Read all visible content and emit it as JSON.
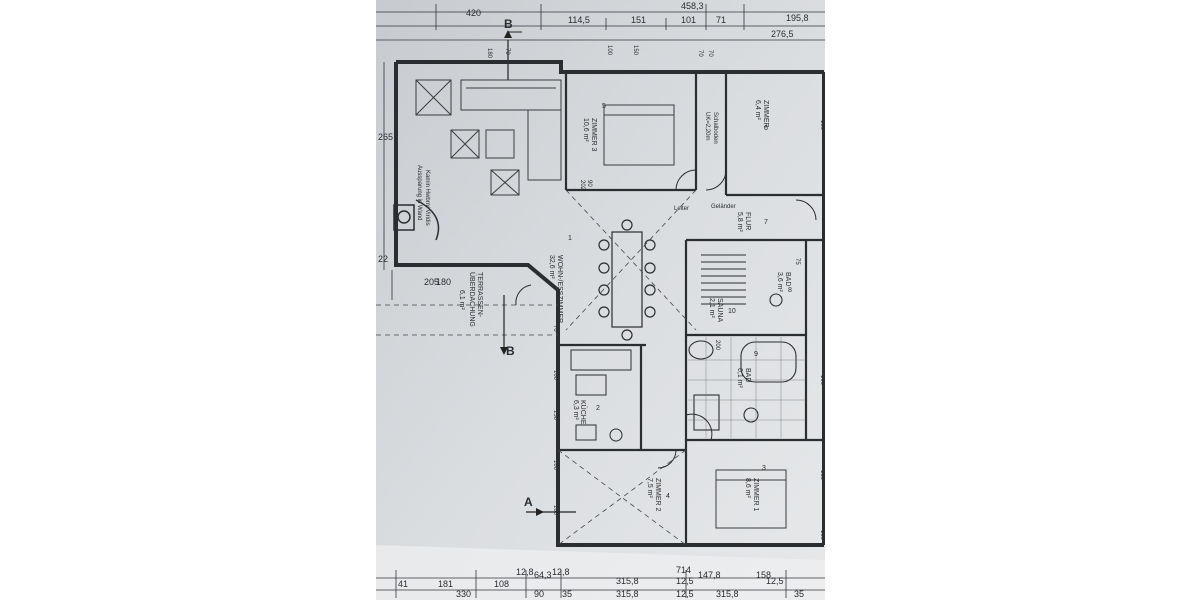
{
  "top_dimensions": {
    "row1": [
      "420",
      "458,3",
      "195,8"
    ],
    "row2": [
      "114,5",
      "151",
      "101",
      "71",
      "276,5"
    ]
  },
  "bottom_dimensions": {
    "row1": [
      "41",
      "181",
      "108",
      "12,8",
      "64,3",
      "12,8",
      "714",
      "147,8",
      "158"
    ],
    "row2": [
      "12,5",
      "315,8",
      "12,5"
    ],
    "row3": [
      "330",
      "90",
      "35",
      "315,8",
      "12,5",
      "315,8",
      "35"
    ]
  },
  "section_markers": {
    "b_top": "B",
    "b_bottom": "B",
    "a_bottom": "A"
  },
  "left_dimensions": [
    "265",
    "180",
    "205",
    "22"
  ],
  "rooms": [
    {
      "name": "WOHN-/ESSZIMMER",
      "area": "32,6 m²",
      "number": "1"
    },
    {
      "name": "KÜCHE",
      "area": "6,3 m²",
      "number": "2"
    },
    {
      "name": "ZIMMER 1",
      "area": "8,6 m²",
      "number": "3"
    },
    {
      "name": "ZIMMER 2",
      "area": "7,5 m²",
      "number": "4"
    },
    {
      "name": "ZIMMER 3",
      "area": "10,6 m²",
      "number": "5"
    },
    {
      "name": "ZIMMER",
      "area": "6,4 m²",
      "number": "6"
    },
    {
      "name": "FLUR",
      "area": "5,8 m²",
      "number": "7"
    },
    {
      "name": "BAD",
      "area": "3,6 m²",
      "number": "8"
    },
    {
      "name": "BAD",
      "area": "6,1 m²",
      "number": "9"
    },
    {
      "name": "SAUNA",
      "area": "2,1 m²",
      "number": "10"
    }
  ],
  "annotations": {
    "kamin": "Kamin Hwbrn/ Viridis",
    "aussparung": "Aussparung in Wand",
    "terrasse_1": "TERRASSEN-",
    "terrasse_2": "ÜBERDACHUNG",
    "terrasse_area": "6,1 m²",
    "schalboden_1": "Schalboden",
    "schalboden_2": "UK=2,20m",
    "leiter": "Leiter",
    "gelaender": "Geländer",
    "door_90": "90",
    "door_202": "202",
    "door_200": "200",
    "door_75": "75"
  },
  "wall_dims": [
    "180",
    "70",
    "150",
    "100",
    "70",
    "70",
    "100",
    "150",
    "100",
    "100",
    "150",
    "100",
    "100",
    "70",
    "100"
  ]
}
